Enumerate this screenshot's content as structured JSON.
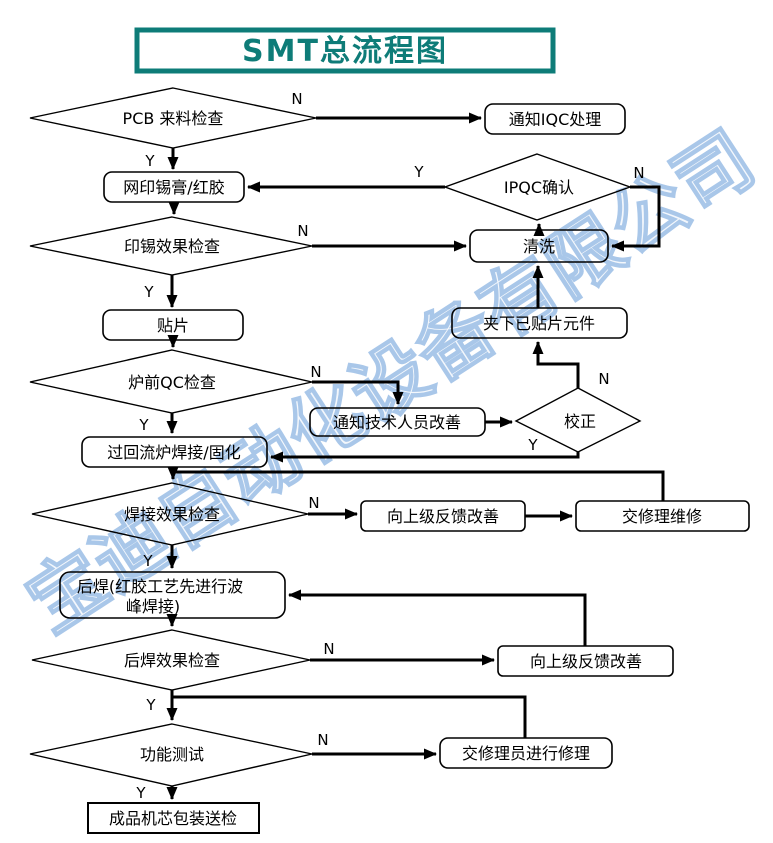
{
  "title": {
    "text": "SMT总流程图"
  },
  "watermark": {
    "text": "宝迪自动化设备有限公司"
  },
  "labels": {
    "yes": "Y",
    "no": "N"
  },
  "colors": {
    "accent_teal": "#0E7C78",
    "line_black": "#000000",
    "watermark_blue": "#A9C7E9",
    "background": "#FFFFFF"
  },
  "nodes": {
    "pcb_check": "PCB 来料检查",
    "notify_iqc": "通知IQC处理",
    "print_paste": "网印锡膏/红胶",
    "ipqc_confirm": "IPQC确认",
    "paste_check": "印锡效果检查",
    "cleaning": "清洗",
    "placement": "贴片",
    "remove_parts": "夹下已贴片元件",
    "pre_oven_qc": "炉前QC检查",
    "notify_tech": "通知技术人员改善",
    "calibration": "校正",
    "reflow": "过回流炉焊接/固化",
    "solder_check": "焊接效果检查",
    "feedback_up_1": "向上级反馈改善",
    "send_repair": "交修理维修",
    "post_weld_line1": "后焊(红胶工艺先进行波",
    "post_weld_line2": "峰焊接)",
    "post_weld_check": "后焊效果检查",
    "feedback_up_2": "向上级反馈改善",
    "function_test": "功能测试",
    "repairman_fix": "交修理员进行修理",
    "packing": "成品机芯包装送检"
  }
}
